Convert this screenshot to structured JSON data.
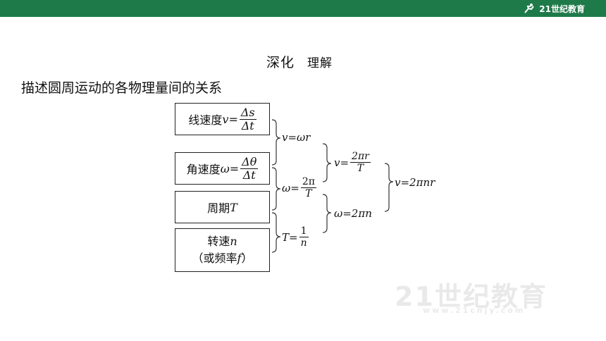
{
  "header": {
    "logo_text": "21世纪教育"
  },
  "heading": {
    "main": "深化",
    "secondary": "理解"
  },
  "subtitle": "描述圆周运动的各物理量间的关系",
  "boxes": {
    "linear_speed": {
      "label": "线速度",
      "var": "v",
      "eq": "=",
      "num": "Δs",
      "den": "Δt"
    },
    "angular_speed": {
      "label": "角速度",
      "var": "ω",
      "eq": "=",
      "num": "Δθ",
      "den": "Δt"
    },
    "period": {
      "label": "周期",
      "var": "T"
    },
    "rotation": {
      "label": "转速",
      "var": "n",
      "line2_prefix": "（或频率",
      "line2_var": "f",
      "line2_suffix": "）"
    }
  },
  "relations": {
    "v_omega_r": "v=ωr",
    "omega_T": {
      "lhs": "ω=",
      "num": "2π",
      "den": "T"
    },
    "T_n": {
      "lhs": "T=",
      "num": "1",
      "den": "n"
    },
    "v_T": {
      "lhs": "v=",
      "num": "2πr",
      "den": "T"
    },
    "omega_n": "ω=2πn",
    "v_n": "v=2πnr"
  }
}
